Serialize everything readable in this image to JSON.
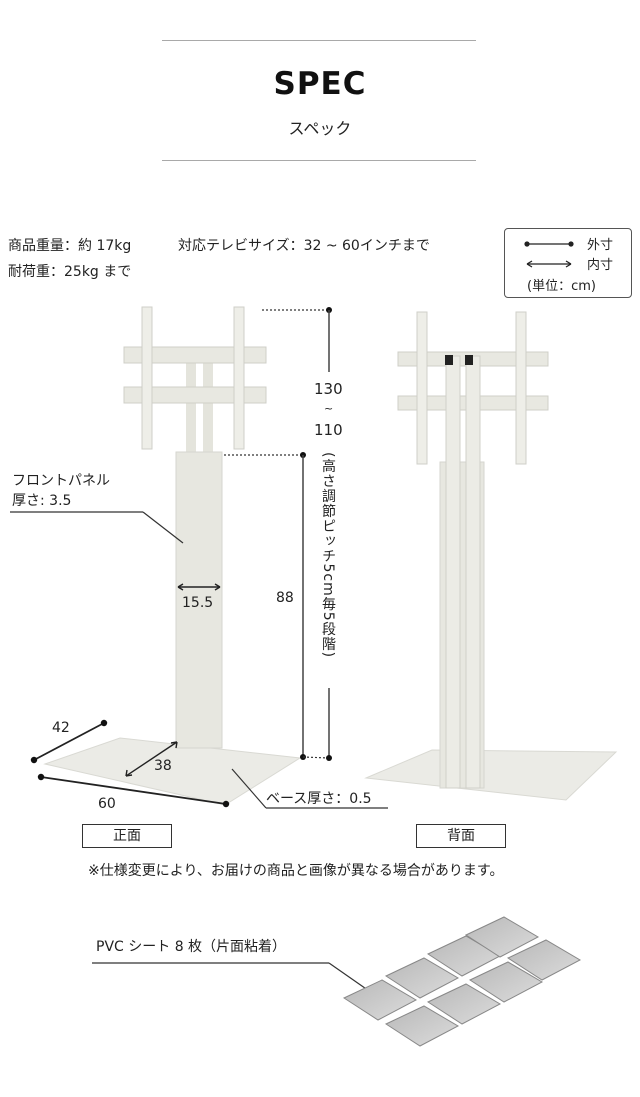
{
  "header": {
    "title": "SPEC",
    "subtitle": "スペック"
  },
  "specs": {
    "weight": "商品重量：約 17kg",
    "tv_size": "対応テレビサイズ：32 ~ 60インチまで",
    "load": "耐荷重：25kg まで"
  },
  "legend": {
    "outer": "外寸",
    "inner": "内寸",
    "unit": "(単位：cm)"
  },
  "dimensions": {
    "height_max": "130",
    "height_sep": "~",
    "height_min": "110",
    "height_note": "(高さ調節ピッチ5cm毎5段階)",
    "panel_label_line1": "フロントパネル",
    "panel_label_line2": "厚さ: 3.5",
    "panel_width": "15.5",
    "panel_height": "88",
    "base_depth_outer": "42",
    "base_depth_inner": "38",
    "base_width": "60",
    "base_thickness": "ベース厚さ：0.5"
  },
  "views": {
    "front": "正面",
    "back": "背面"
  },
  "note": "※仕様変更により、お届けの商品と画像が異なる場合があります。",
  "accessory": {
    "label": "PVC シート 8 枚（片面粘着）",
    "count": 8
  },
  "colors": {
    "stand": "#e9e9e2",
    "stand_shade": "#d6d6cf",
    "pad": "#c4c4c4",
    "line": "#333333"
  }
}
